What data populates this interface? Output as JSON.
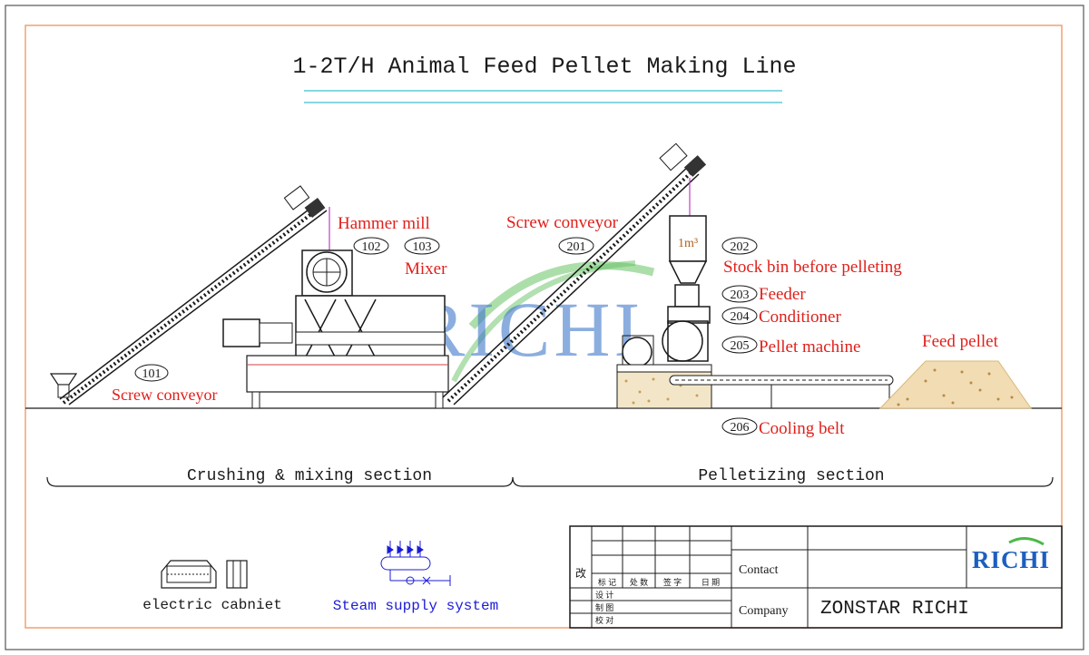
{
  "title": "1-2T/H Animal Feed Pellet Making Line",
  "equipment": {
    "e101": {
      "code": "101",
      "label": "Screw conveyor"
    },
    "e102": {
      "code": "102",
      "label": "Hammer mill"
    },
    "e103": {
      "code": "103",
      "label": "Mixer"
    },
    "e201": {
      "code": "201",
      "label": "Screw conveyor"
    },
    "e202": {
      "code": "202",
      "label": "Stock bin before pelleting"
    },
    "e203": {
      "code": "203",
      "label": "Feeder"
    },
    "e204": {
      "code": "204",
      "label": "Conditioner"
    },
    "e205": {
      "code": "205",
      "label": "Pellet machine"
    },
    "e206": {
      "code": "206",
      "label": "Cooling belt"
    },
    "feed_pellet": "Feed pellet",
    "bin_volume": "1m³"
  },
  "sections": {
    "crushing": "Crushing & mixing section",
    "pelletizing": "Pelletizing section"
  },
  "legend": {
    "electric": "electric cabniet",
    "steam": "Steam supply system"
  },
  "title_block": {
    "gai": "改",
    "headers": [
      "标 记",
      "处 数",
      "签 字",
      "日 期"
    ],
    "rows": [
      "设 计",
      "制 图",
      "校 对"
    ],
    "contact_label": "Contact",
    "company_label": "Company",
    "company_name": "ZONSTAR RICHI",
    "logo_text": "RICHI"
  },
  "watermark": "RICHI",
  "colors": {
    "red_label": "#e0201b",
    "blue_text": "#1c1cd6",
    "frame": "#f0a070",
    "title_rule": "#60c8d8",
    "watermark_blue": "#1d5fc0",
    "watermark_green": "#4cb848"
  }
}
